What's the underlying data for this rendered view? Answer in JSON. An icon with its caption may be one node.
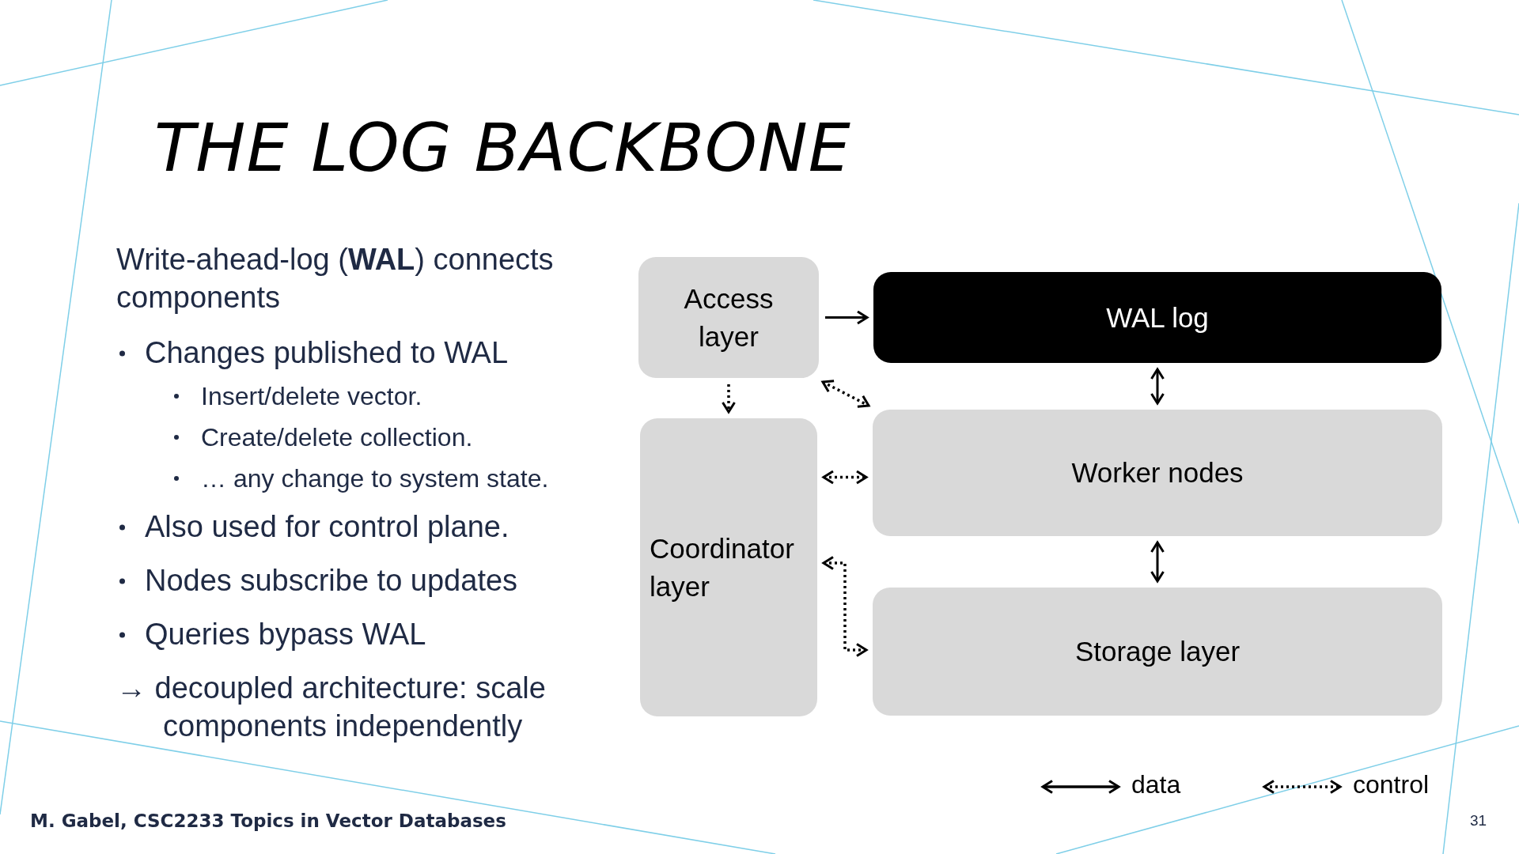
{
  "diagram": {
    "title": "THE LOG BACKBONE",
    "nodes": [
      {
        "text": [
          "Access layer"
        ]
      },
      {
        "text": [
          "WAL log"
        ]
      },
      {
        "text": [
          "Coordinator layer"
        ]
      },
      {
        "text": [
          "Worker nodes"
        ]
      },
      {
        "text": [
          "Storage layer"
        ]
      }
    ],
    "edges": [
      {
        "from": 0,
        "to": 1,
        "arrow": "to"
      },
      {
        "from": 1,
        "to": 3,
        "arrow": "both"
      },
      {
        "from": 0,
        "to": 2,
        "arrow": "to",
        "style": "dashed"
      },
      {
        "from": 0,
        "to": 3,
        "arrow": "both",
        "style": "dashed"
      },
      {
        "from": 2,
        "to": 3,
        "arrow": "both",
        "style": "dashed"
      },
      {
        "from": 3,
        "to": 4,
        "arrow": "both"
      },
      {
        "from": 2,
        "to": 4,
        "arrow": "both",
        "style": "dashed"
      }
    ],
    "labels": [
      "Write-ahead-log (**WAL**) connects components",
      "Changes published to WAL",
      "Insert/delete vector.",
      "Create/delete collection.",
      "… any change to system state.",
      "Also used for control plane.",
      "Nodes subscribe to updates",
      "Queries bypass WAL",
      "→ decoupled architecture: scale components independently",
      "M. Gabel, CSC2233 Topics in Vector Databases",
      "31"
    ],
    "legend": [
      {
        "text": "data"
      },
      {
        "text": "control"
      }
    ]
  }
}
